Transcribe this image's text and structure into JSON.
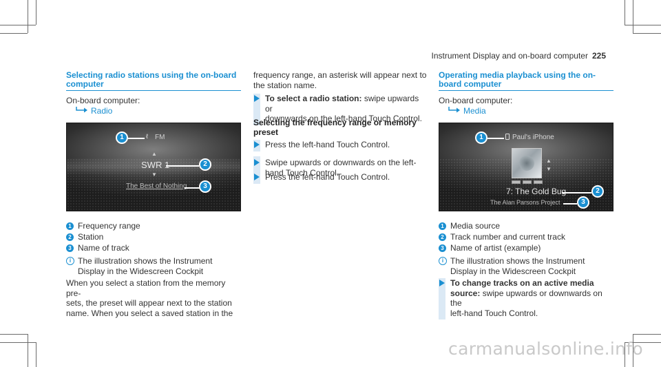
{
  "header": {
    "title": "Instrument Display and on-board computer",
    "page": "225"
  },
  "section1": {
    "title": "Selecting radio stations using the on-board computer",
    "path_label": "On-board computer:",
    "path_item": "Radio",
    "screen": {
      "band": "FM",
      "station": "SWR 1",
      "track": "The Best of Nothing"
    },
    "legend": [
      {
        "num": "1",
        "text": "Frequency range"
      },
      {
        "num": "2",
        "text": "Station"
      },
      {
        "num": "3",
        "text": "Name of track"
      }
    ],
    "note": "The illustration shows the Instrument Display in the Widescreen Cockpit",
    "para_lines": [
      "When you select a station from the memory pre-",
      "sets, the preset will appear next to the station",
      "name. When you select a saved station in the"
    ]
  },
  "section2": {
    "para_lines": [
      "frequency range, an asterisk will appear next to",
      "the station name."
    ],
    "step1_bold": "To select a radio station:",
    "step1_rest_lines": [
      " swipe upwards or",
      "downwards on the left-hand Touch Control."
    ],
    "subhead_lines": [
      "Selecting the frequency range or memory",
      "preset"
    ],
    "steps": [
      {
        "lines": [
          "Press the left-hand Touch Control."
        ]
      },
      {
        "lines": [
          "Swipe upwards or downwards on the left-",
          "hand Touch Control."
        ]
      },
      {
        "lines": [
          "Press the left-hand Touch Control."
        ]
      }
    ]
  },
  "section3": {
    "title": "Operating media playback using the on-board computer",
    "path_label": "On-board computer:",
    "path_item": "Media",
    "screen": {
      "source": "Paul's iPhone",
      "track": "7: The Gold Bug",
      "artist": "The Alan Parsons Project"
    },
    "legend": [
      {
        "num": "1",
        "text": "Media source"
      },
      {
        "num": "2",
        "text": "Track number and current track"
      },
      {
        "num": "3",
        "text": "Name of artist (example)"
      }
    ],
    "note": "The illustration shows the Instrument Display in the Widescreen Cockpit",
    "step_bold_lines": [
      "To change tracks on an active media",
      "source:"
    ],
    "step_rest_lines": [
      " swipe upwards or downwards on the",
      "left-hand Touch Control."
    ]
  },
  "watermark": "carmanualsonline.info",
  "colors": {
    "accent": "#1a8fd1",
    "text": "#333333",
    "step_bar": "#dbe9f5"
  }
}
